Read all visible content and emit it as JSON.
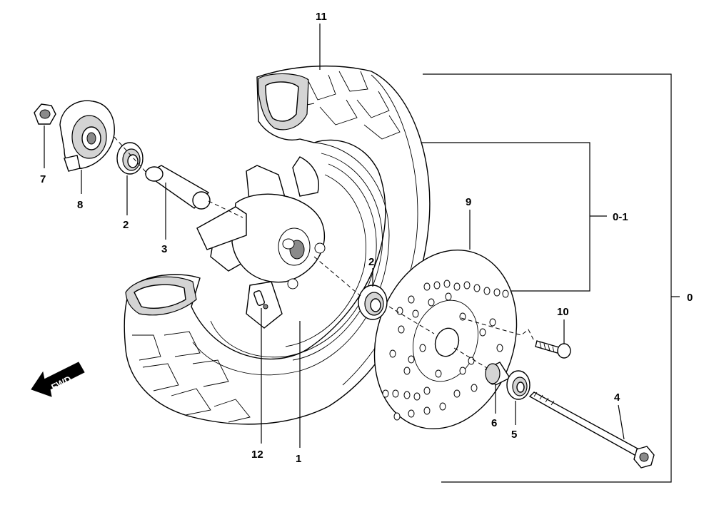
{
  "diagram": {
    "fwd_label": "FWD",
    "callouts": {
      "c0": "0",
      "c01": "0-1",
      "c1": "1",
      "c2a": "2",
      "c2b": "2",
      "c3": "3",
      "c4": "4",
      "c5": "5",
      "c6": "6",
      "c7": "7",
      "c8": "8",
      "c9": "9",
      "c10": "10",
      "c11": "11",
      "c12": "12"
    }
  }
}
